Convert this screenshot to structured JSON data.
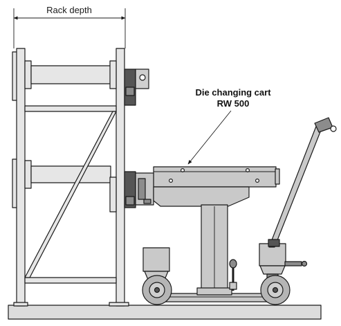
{
  "labels": {
    "rack_depth": "Rack depth",
    "cart_line1": "Die changing cart",
    "cart_line2": "RW 500"
  },
  "colors": {
    "rack_fill": "#e6e6e6",
    "cart_fill": "#c9c9c9",
    "dark_fill": "#8c8c8c",
    "outline": "#1a1a1a",
    "floor_fill": "#dcdcdc"
  },
  "icons": {
    "arrow": "leader-arrow"
  }
}
